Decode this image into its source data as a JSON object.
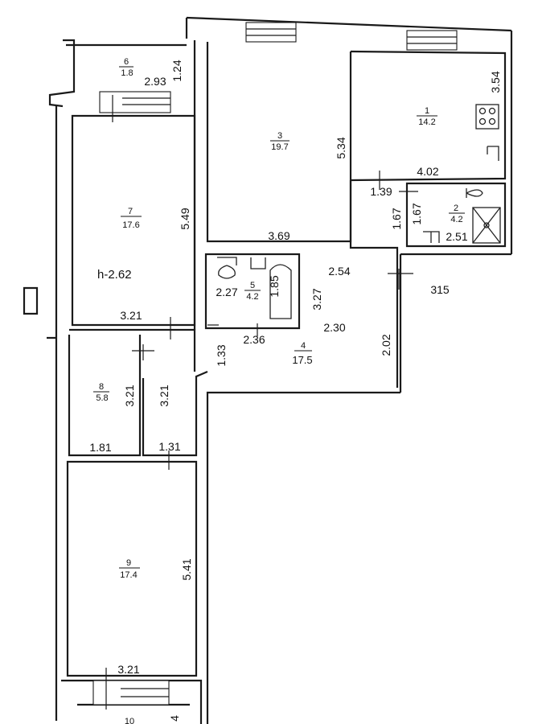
{
  "rooms": [
    {
      "id": "1",
      "number": "1",
      "area": "14.2"
    },
    {
      "id": "2",
      "number": "2",
      "area": "4.2"
    },
    {
      "id": "3",
      "number": "3",
      "area": "19.7"
    },
    {
      "id": "4",
      "number": "4",
      "area": "17.5"
    },
    {
      "id": "5",
      "number": "5",
      "area": "4.2"
    },
    {
      "id": "6",
      "number": "6",
      "area": "1.8"
    },
    {
      "id": "7",
      "number": "7",
      "area": "17.6"
    },
    {
      "id": "8",
      "number": "8",
      "area": "5.8"
    },
    {
      "id": "9",
      "number": "9",
      "area": "17.4"
    },
    {
      "id": "10",
      "number": "10",
      "area": ""
    }
  ],
  "ceiling_height": "h-2.62",
  "dimensions": {
    "d_1_24": "1.24",
    "d_2_93": "2.93",
    "d_5_49": "5.49",
    "d_3_21_a": "3.21",
    "d_5_34": "5.34",
    "d_3_69": "3.69",
    "d_3_54": "3.54",
    "d_4_02": "4.02",
    "d_1_39": "1.39",
    "d_1_67_a": "1.67",
    "d_1_67_b": "1.67",
    "d_2_51": "2.51",
    "d_2_27": "2.27",
    "d_1_85": "1.85",
    "d_2_54": "2.54",
    "d_3_27": "3.27",
    "d_315": "315",
    "d_2_30": "2.30",
    "d_2_36": "2.36",
    "d_1_33": "1.33",
    "d_2_02": "2.02",
    "d_3_21_b": "3.21",
    "d_3_21_c": "3.21",
    "d_1_81": "1.81",
    "d_1_31": "1.31",
    "d_5_41": "5.41",
    "d_3_21_d": "3.21",
    "d_4_partial": "4"
  }
}
